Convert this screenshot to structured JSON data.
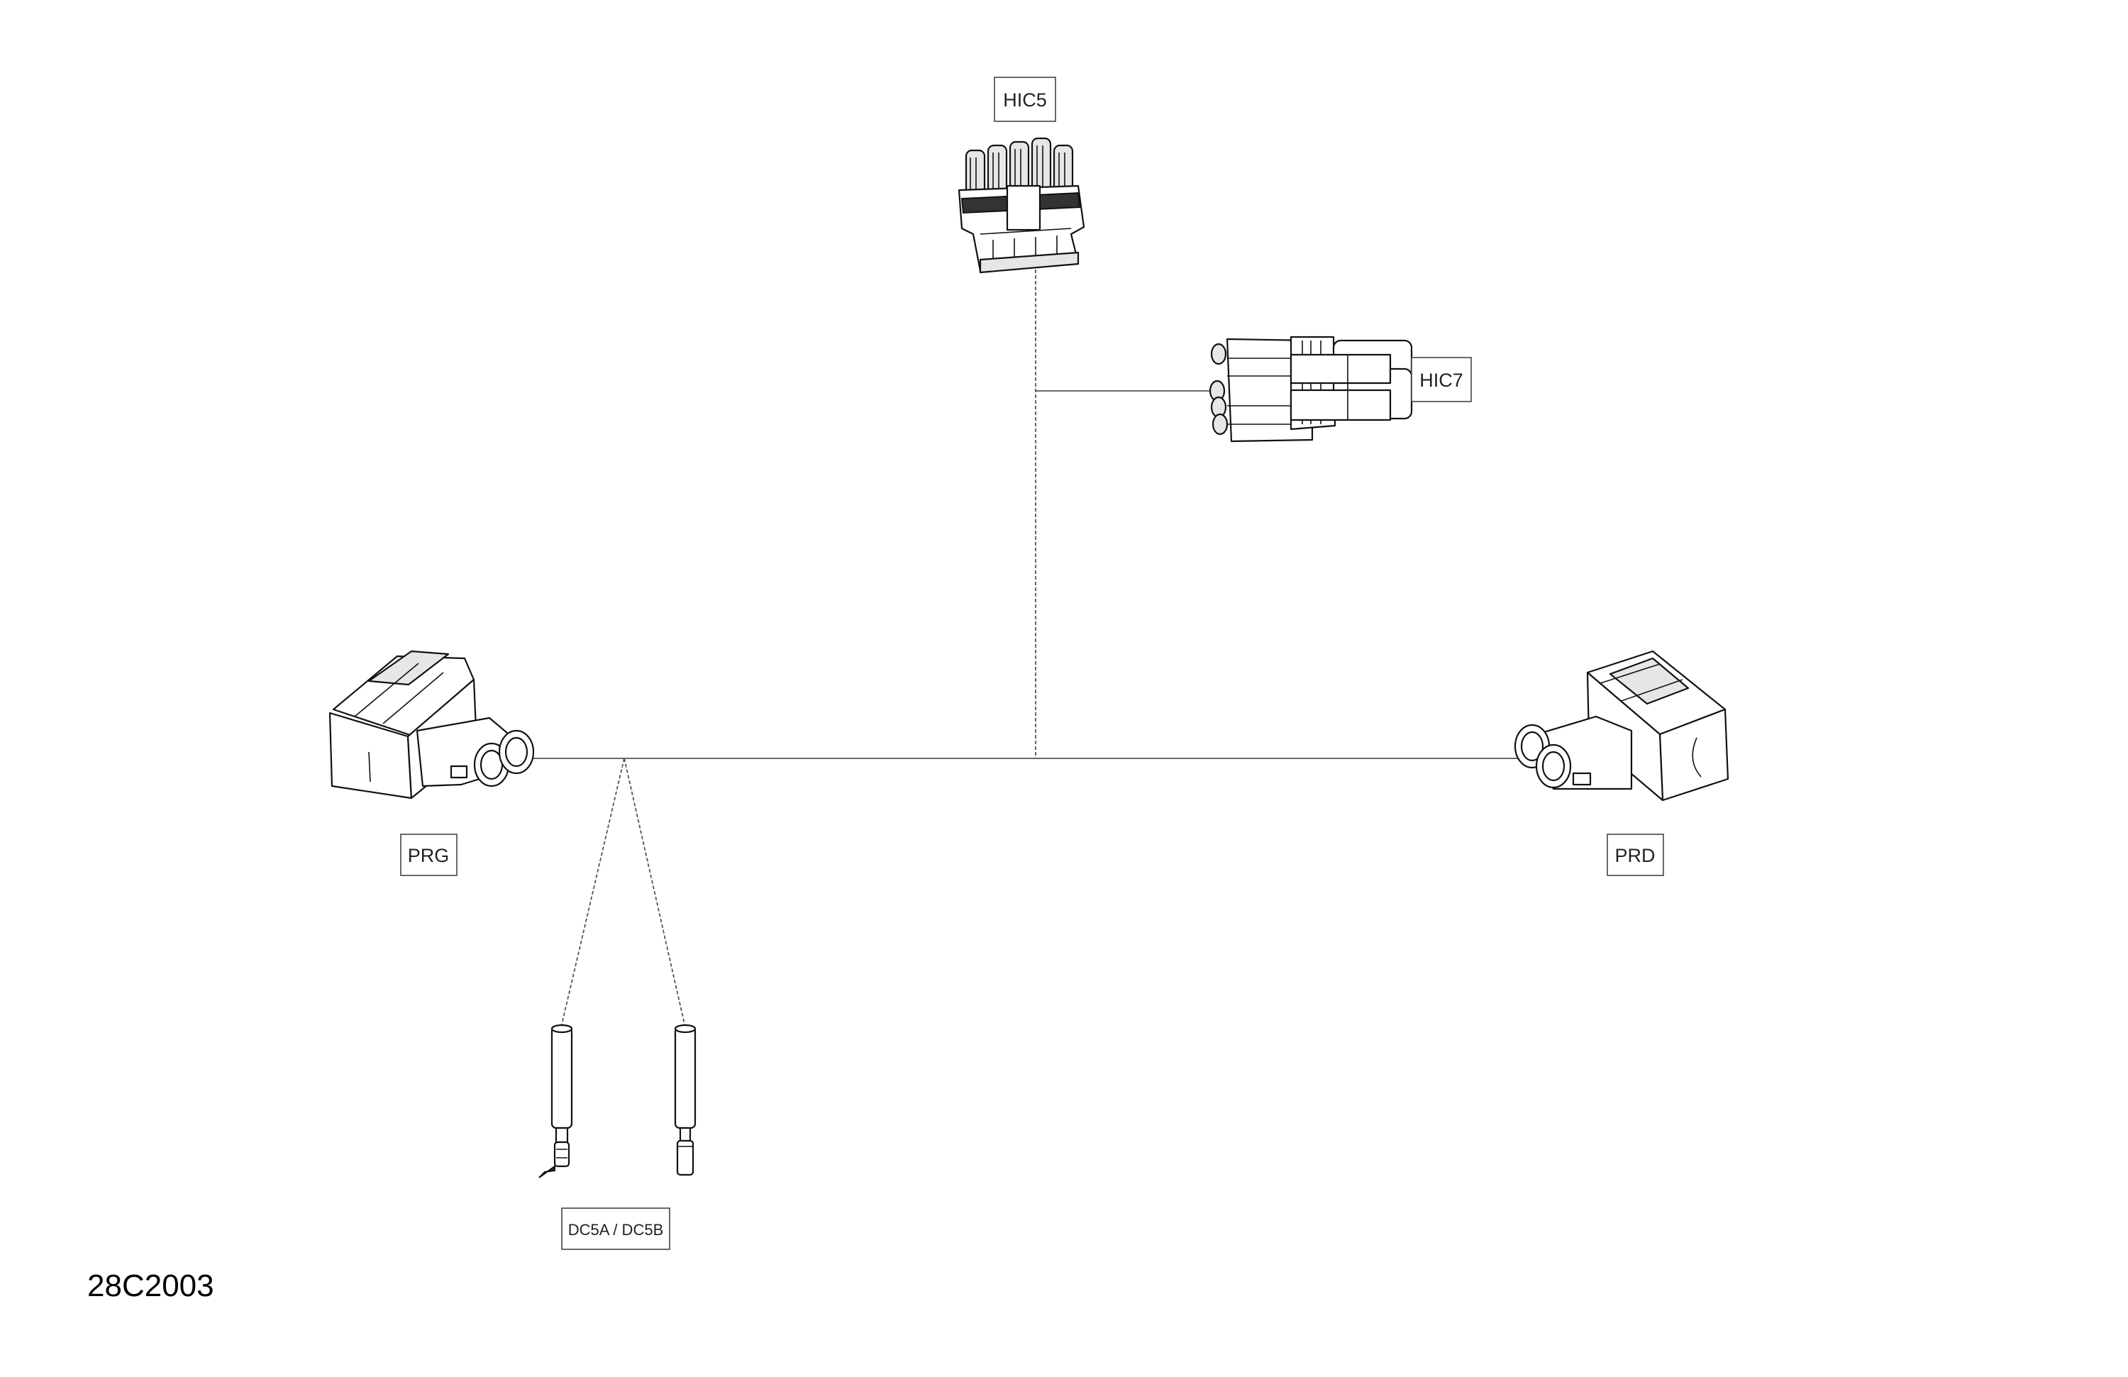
{
  "figure_code": "28C2003",
  "connectors": {
    "hic5": {
      "label": "HIC5"
    },
    "hic7": {
      "label": "HIC7"
    },
    "prg": {
      "label": "PRG"
    },
    "prd": {
      "label": "PRD"
    },
    "dc5": {
      "label": "DC5A / DC5B"
    }
  }
}
